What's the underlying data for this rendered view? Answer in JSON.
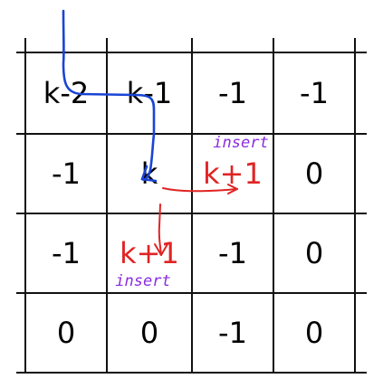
{
  "grid": {
    "rows": [
      [
        {
          "text": "k-2",
          "color": "#000000"
        },
        {
          "text": "k-1",
          "color": "#000000"
        },
        {
          "text": "-1",
          "color": "#000000"
        },
        {
          "text": "-1",
          "color": "#000000"
        }
      ],
      [
        {
          "text": "-1",
          "color": "#000000"
        },
        {
          "text": "k",
          "color": "#000000"
        },
        {
          "text": "k+1",
          "color": "#e02424"
        },
        {
          "text": "0",
          "color": "#000000"
        }
      ],
      [
        {
          "text": "-1",
          "color": "#000000"
        },
        {
          "text": "k+1",
          "color": "#e02424"
        },
        {
          "text": "-1",
          "color": "#000000"
        },
        {
          "text": "0",
          "color": "#000000"
        }
      ],
      [
        {
          "text": "0",
          "color": "#000000"
        },
        {
          "text": "0",
          "color": "#000000"
        },
        {
          "text": "-1",
          "color": "#000000"
        },
        {
          "text": "0",
          "color": "#000000"
        }
      ]
    ]
  },
  "annotations": {
    "insert_right": "insert",
    "insert_below": "insert",
    "annotation_color": "#8a2be2"
  },
  "colors": {
    "path": "#1a44d6",
    "arrow": "#e02424",
    "grid": "#111111"
  }
}
